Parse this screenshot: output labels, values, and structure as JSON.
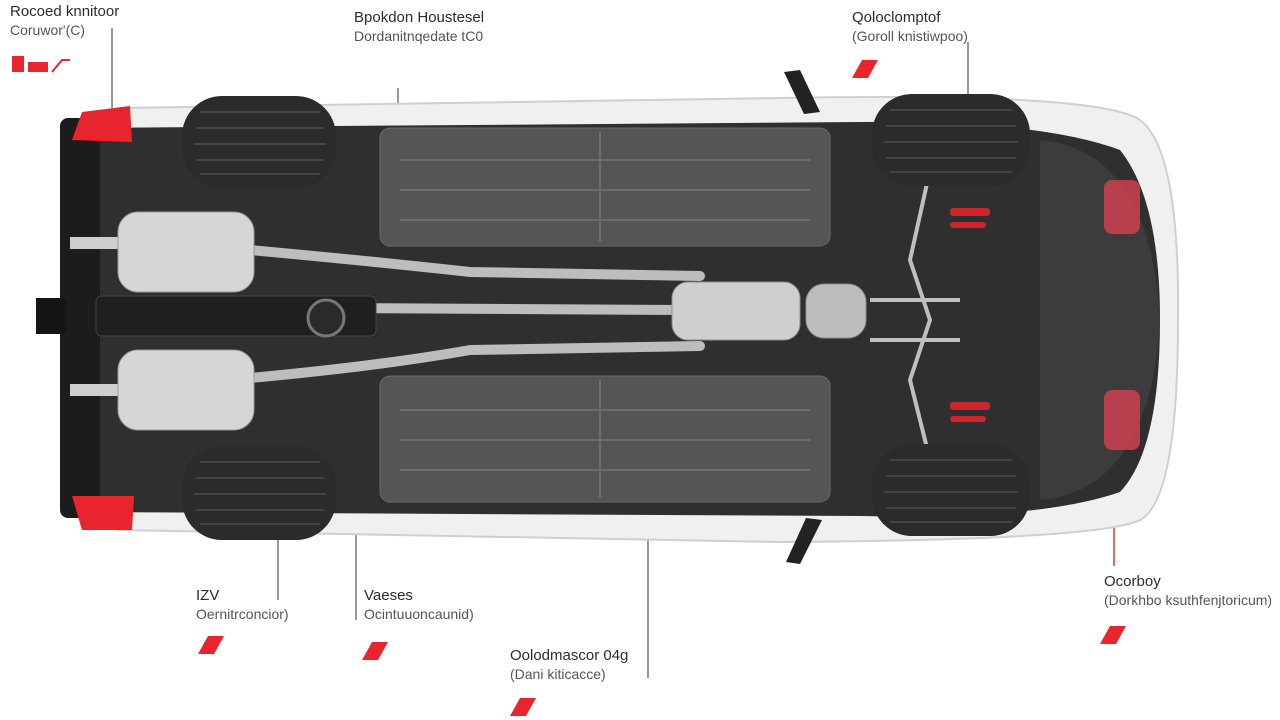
{
  "colors": {
    "accent": "#e8242c",
    "body_white": "#f2f2f2",
    "underbody": "#3a3a3a",
    "pan": "#5a5a5a",
    "steel": "#c9c9c9",
    "tire": "#2b2b2b"
  },
  "icons": {
    "callout_mark": "red-parallelogram-marker-icon"
  },
  "callouts": {
    "top_left": {
      "title": "Rocoed knnitoor",
      "sub": "Coruwor'(C)"
    },
    "top_center": {
      "title": "Bpokdon Houstesel",
      "sub": "Dordanitnqedate tC0"
    },
    "top_right": {
      "title": "Qoloclomptof",
      "sub": "(Goroll knistiwpoo)"
    },
    "bottom_left": {
      "title": "IZV",
      "sub": "Oernitrconcior)"
    },
    "bottom_center_left": {
      "title": "Vaeses",
      "sub": "Ocintuuoncaunid)"
    },
    "bottom_center": {
      "title": "Oolodmascor 04g",
      "sub": "(Dani kiticacce)"
    },
    "bottom_right": {
      "title": "Ocorboy",
      "sub": "(Dorkhbo ksuthfenjtoricum)"
    }
  }
}
